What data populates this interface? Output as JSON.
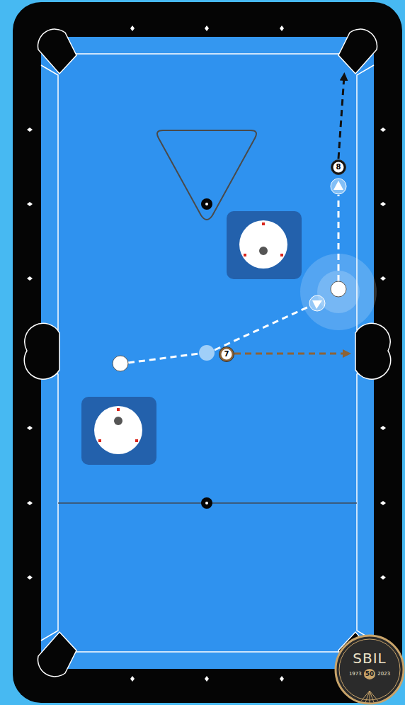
{
  "diagram": {
    "nodes": [
      {
        "text": [
          "8"
        ]
      },
      {
        "text": [
          "7"
        ]
      },
      {
        "text": [
          "SBIL",
          "1973",
          "50",
          "2023"
        ]
      }
    ]
  }
}
